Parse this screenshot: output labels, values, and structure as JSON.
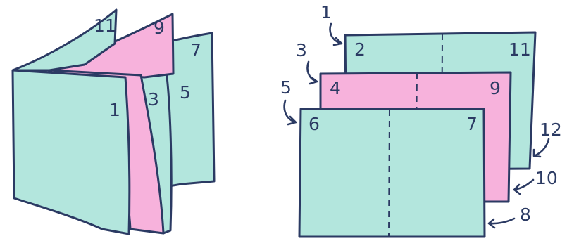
{
  "colors": {
    "teal": "#b3e6dd",
    "pink": "#f7b2dc",
    "ink": "#2b3a63"
  },
  "left_booklet": {
    "outer_spread": {
      "back_page": "11",
      "front_page": "1"
    },
    "middle_spread": {
      "back_page": "9",
      "front_page": "3"
    },
    "inner_spread": {
      "back_page": "7",
      "front_page": "5"
    }
  },
  "right_sheets": {
    "sheet_top": {
      "left_page": "2",
      "right_page": "11",
      "front_label": "1",
      "back_label": "12"
    },
    "sheet_middle": {
      "left_page": "4",
      "right_page": "9",
      "front_label": "3",
      "back_label": "10"
    },
    "sheet_bottom": {
      "left_page": "6",
      "right_page": "7",
      "front_label": "5",
      "back_label": "8"
    }
  }
}
